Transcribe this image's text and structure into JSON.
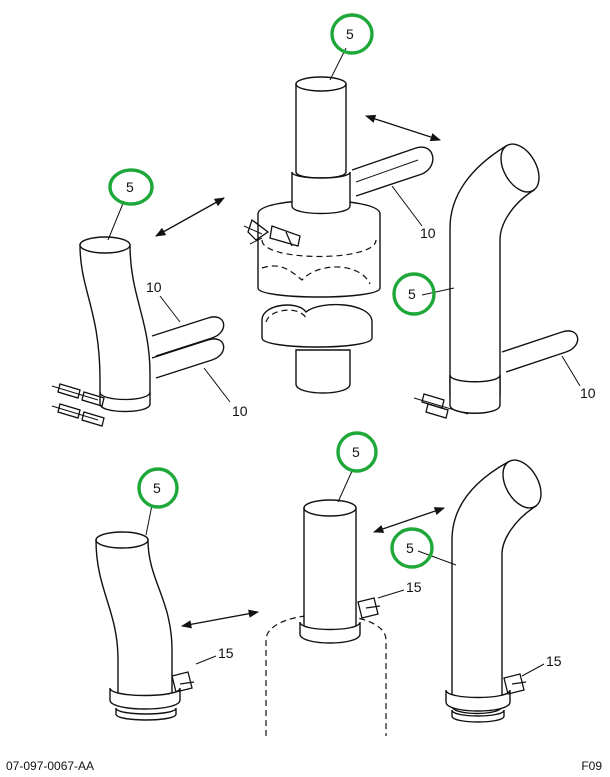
{
  "colors": {
    "highlight_circle": "#1fa83a",
    "line": "#111111",
    "background": "#ffffff"
  },
  "callouts": {
    "tail_pipe": "5",
    "u_bolt": "10",
    "clamp": "15"
  },
  "footer": {
    "drawing_number": "07-097-0067-AA",
    "figure_code": "F09"
  }
}
